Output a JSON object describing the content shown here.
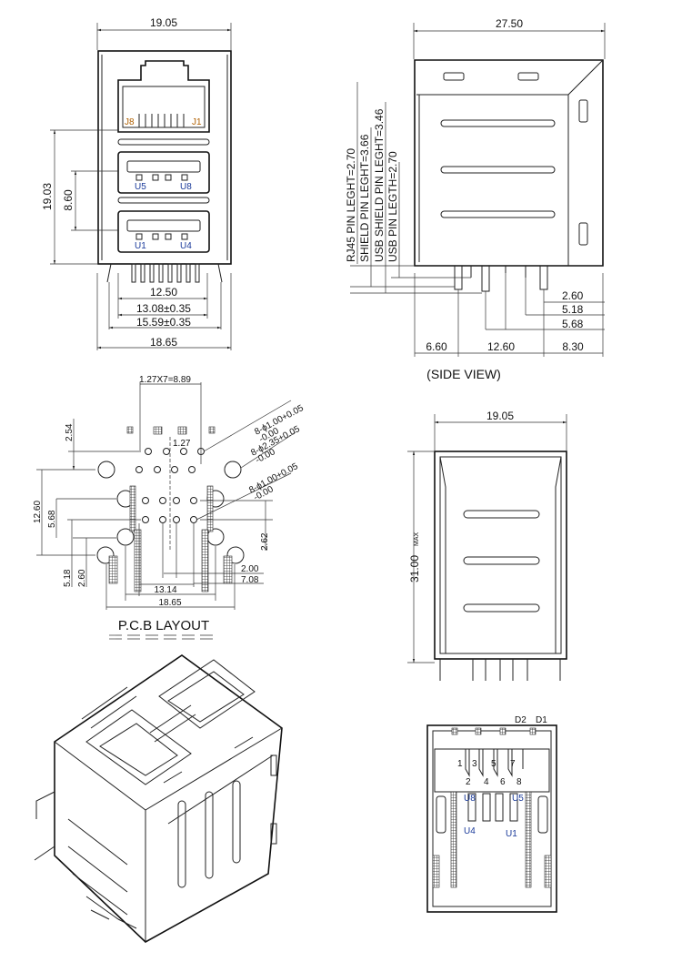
{
  "front_view": {
    "width_top": "19.05",
    "height_left": "19.03",
    "usb_pitch": "8.60",
    "dim_1": "12.50",
    "dim_2": "13.08±0.35",
    "dim_3": "15.59±0.35",
    "width_bottom": "18.65",
    "rj45_pin_left": "J8",
    "rj45_pin_right": "J1",
    "usb_top_left": "U5",
    "usb_top_right": "U8",
    "usb_bottom_left": "U1",
    "usb_bottom_right": "U4"
  },
  "side_view": {
    "length": "27.50",
    "pin_notes": [
      "RJ45  PIN  LEGHT=2.70",
      "SHIELD  PIN  LEGHT=3.66",
      "USB  SHIELD  PIN  LEGHT=3.46",
      "USB  PIN  LEGTH=2.70"
    ],
    "dim_a": "2.60",
    "dim_b": "5.18",
    "dim_c": "5.68",
    "bottom_left": "6.60",
    "bottom_mid": "12.60",
    "bottom_right": "8.30",
    "caption": "(SIDE  VIEW)"
  },
  "pcb_layout": {
    "pitch": "1.27X7=8.89",
    "row_offset": "2.54",
    "pitch_small": "1.27",
    "hole_note_1": "8-ϕ1.00+0.05",
    "hole_note_1_tol": "-0.00",
    "hole_note_2": "8-ϕ2.35+0.05",
    "hole_note_2_tol": "-0.00",
    "hole_note_3": "8-ϕ1.00+0.05",
    "hole_note_3_tol": "-0.00",
    "dim_12_60": "12.60",
    "dim_5_68": "5.68",
    "dim_5_18": "5.18",
    "dim_2_60": "2.60",
    "dim_2_62": "2.62",
    "dim_2_00": "2.00",
    "dim_7_08": "7.08",
    "dim_13_14": "13.14",
    "dim_18_65": "18.65",
    "caption": "P.C.B  LAYOUT"
  },
  "top_view": {
    "width": "19.05",
    "length": "31.00",
    "length_suffix": "MAX"
  },
  "rear_view": {
    "led_left": "D2",
    "led_right": "D1",
    "pins_top": [
      "1",
      "3",
      "5",
      "7"
    ],
    "pins_bottom": [
      "2",
      "4",
      "6",
      "8"
    ],
    "usb_upper_left": "U8",
    "usb_upper_right": "U5",
    "usb_lower_left": "U4",
    "usb_lower_right": "U1"
  }
}
